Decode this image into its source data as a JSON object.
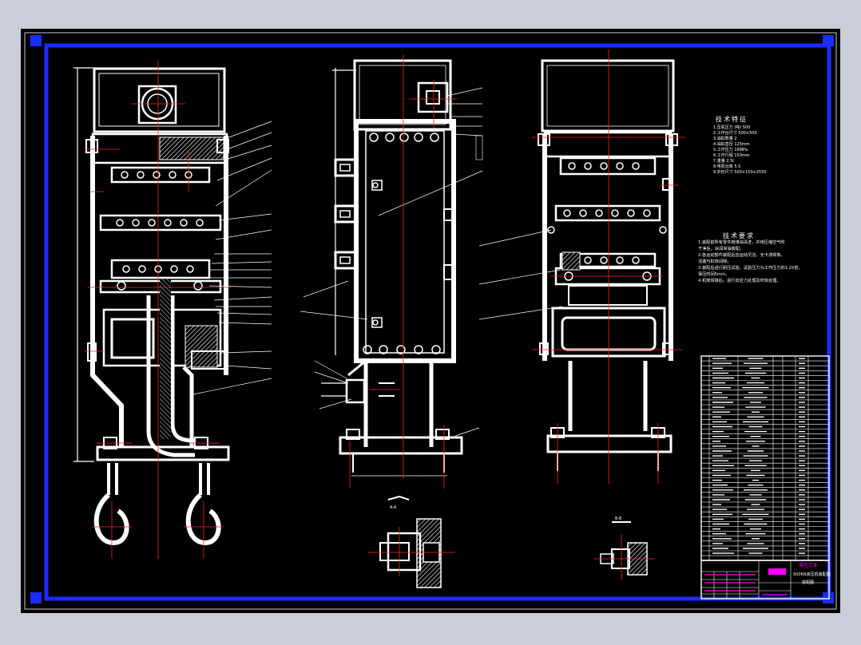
{
  "drawing": {
    "tech_features": {
      "heading": "技术特征",
      "items": [
        "1.压机压力 (吨) 500",
        "2.工作台尺寸 500×500",
        "3.油缸数量 2",
        "4.油缸直径 125mm",
        "5.工作压力 16MPa",
        "6.工作行程 150mm",
        "7.重量 2.5t",
        "8.电机功率 5.5",
        "9.外形尺寸 500×150×2550"
      ]
    },
    "tech_requirements": {
      "heading": "技术要求",
      "items": [
        "1.装配前所有零件用煤油清洗，并用压缩空气吹",
        "  干净后，涂润滑油装配。",
        "2.各运动部件装配后应运动灵活，无卡滞现象。",
        "  活塞与缸体间隙。",
        "3.装配后进行耐压试验，试验压力为工作压力的1.25倍，",
        "  保压时间5min。",
        "4.机架焊接后，进行去应力处理及时效处理。"
      ]
    },
    "section_labels": [
      "A-A",
      "B-B"
    ],
    "title_block": {
      "school": "湖北工业",
      "drawing_title": "500KN液压机装配图",
      "drawing_type": "装配图"
    }
  },
  "colors": {
    "background": "#000000",
    "frame": "#0014ff",
    "line": "#ffffff",
    "section": "#cfcfcf",
    "center": "#ff2020",
    "title_text": "#ff00ff"
  }
}
